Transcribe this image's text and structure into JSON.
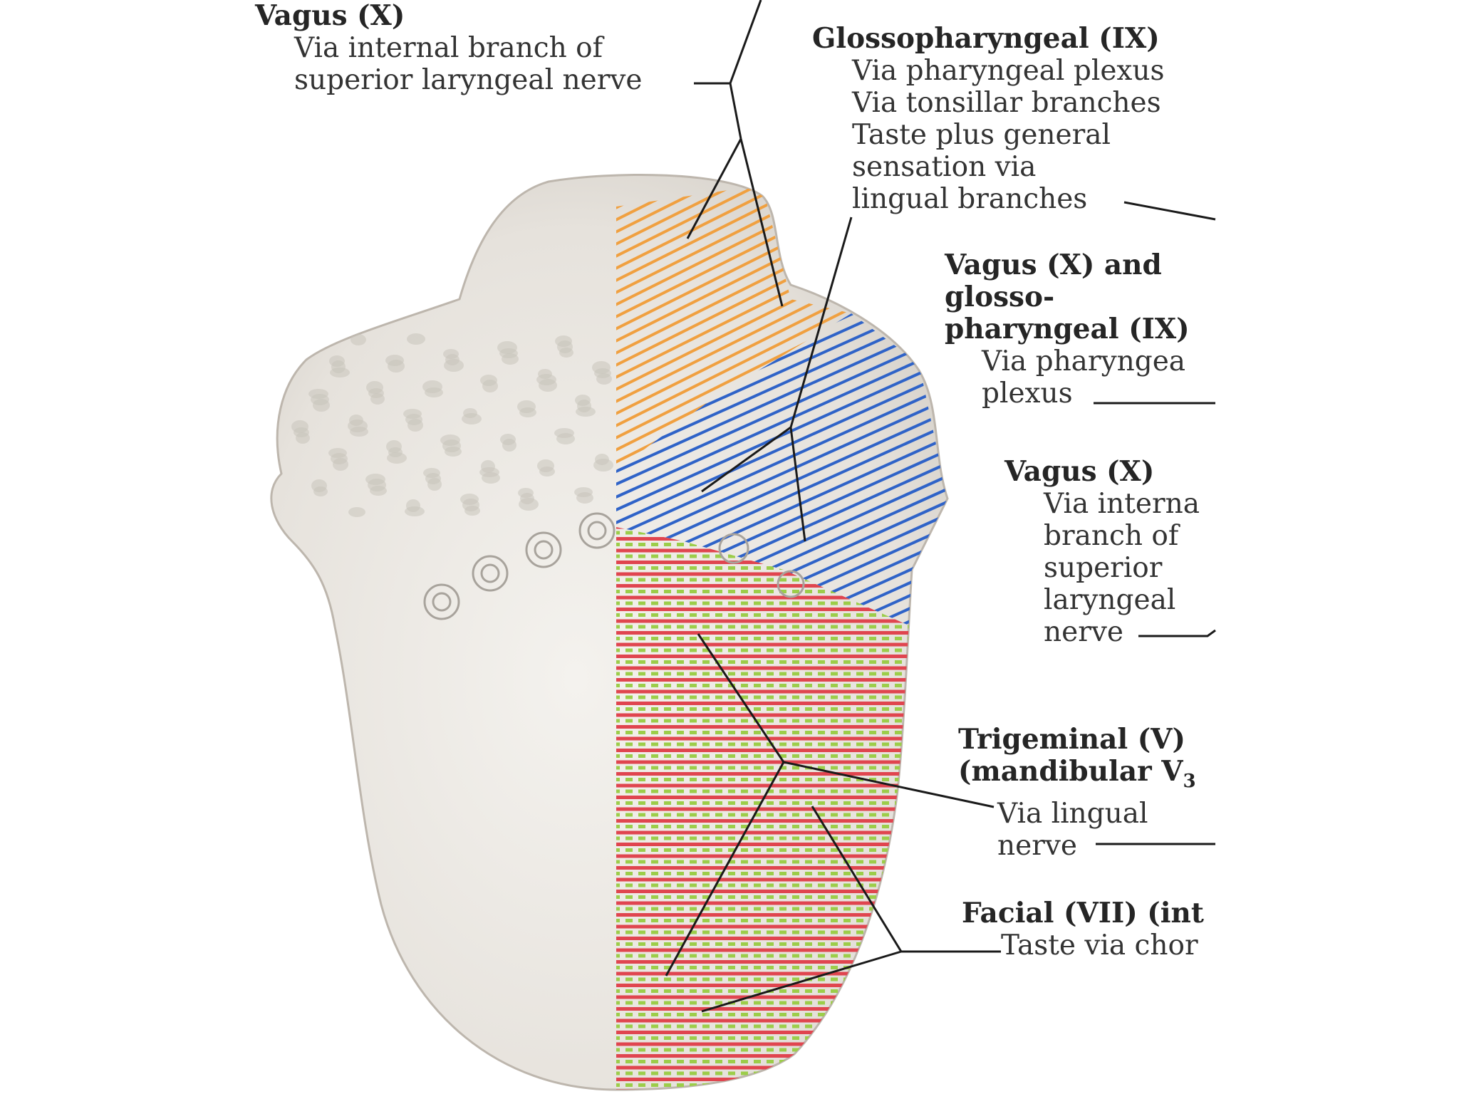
{
  "labels": {
    "vagus_top": {
      "title": "Vagus (X)",
      "lines": [
        "Via internal branch of",
        "superior laryngeal nerve"
      ]
    },
    "glossopharyngeal": {
      "title": "Glossopharyngeal (IX)",
      "lines": [
        "Via pharyngeal plexus",
        "Via tonsillar branches",
        "Taste plus general",
        "sensation via",
        "lingual branches"
      ]
    },
    "vagus_glosso": {
      "title_lines": [
        "Vagus (X) and",
        "glosso-",
        "pharyngeal (IX)"
      ],
      "lines": [
        "Via pharyngea",
        "plexus"
      ]
    },
    "vagus_mid": {
      "title": "Vagus (X)",
      "lines": [
        "Via interna",
        "branch of",
        "superior",
        "laryngeal",
        "nerve"
      ]
    },
    "trigeminal": {
      "title_lines": [
        "Trigeminal (V)",
        "(mandibular V"
      ],
      "subscript": "3",
      "lines": [
        "Via lingual",
        "nerve"
      ]
    },
    "facial": {
      "title": "Facial (VII) (int",
      "lines": [
        "Taste via chor"
      ]
    }
  },
  "colors": {
    "glossopharyngeal_hatch": "#f0a040",
    "vagus_glosso_hatch": "#2f63c8",
    "trigeminal_hatch": "#e0454f",
    "facial_dots": "#9ccd4a",
    "tongue_fill": "#ece9e3",
    "leader_line": "#1a1a1a"
  }
}
